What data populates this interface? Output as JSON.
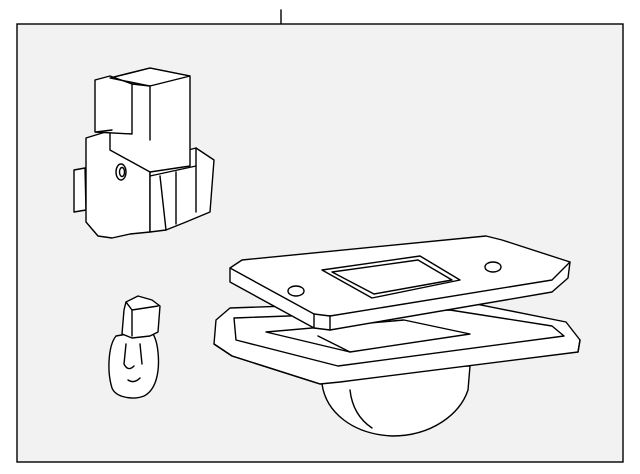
{
  "diagram": {
    "background_color": "#f2f2f2",
    "line_color": "#000000",
    "part_fill": "#ffffff",
    "parts": [
      "bracket",
      "bulb",
      "lens-cover",
      "lamp-housing",
      "leader-line"
    ]
  }
}
